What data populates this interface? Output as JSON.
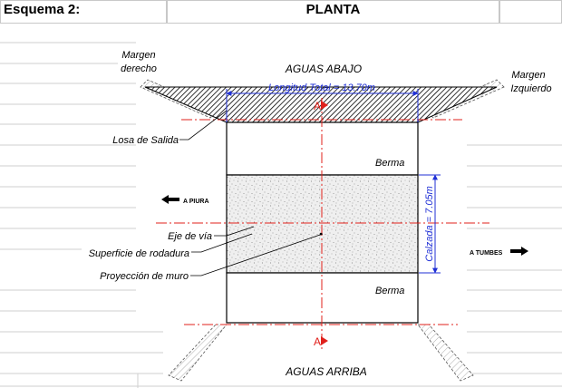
{
  "header": {
    "left_title": "Esquema 2:",
    "main_title": "PLANTA"
  },
  "drawing": {
    "top_label": "AGUAS ABAJO",
    "bottom_label": "AGUAS ARRIBA",
    "margin_right_line1": "Margen",
    "margin_right_line2": "derecho",
    "margin_left_line1": "Margen",
    "margin_left_line2": "Izquierdo",
    "total_length": "Longitud Total = 13.70m",
    "roadway_width": "Calzada = 7.05m",
    "berm_top": "Berma",
    "berm_bottom": "Berma",
    "callout_losa": "Losa de Salida",
    "callout_eje": "Eje de vía",
    "callout_superficie": "Superficie de rodadura",
    "callout_proyeccion": "Proyección de muro",
    "dir_left": "A PIURA",
    "dir_right": "A TUMBES",
    "section_top": "A",
    "section_bottom": "A"
  },
  "colors": {
    "red_axis": "#e0201b",
    "blue_dim": "#1f2fd6",
    "line": "#000000",
    "grid": "#c8c8c8"
  }
}
